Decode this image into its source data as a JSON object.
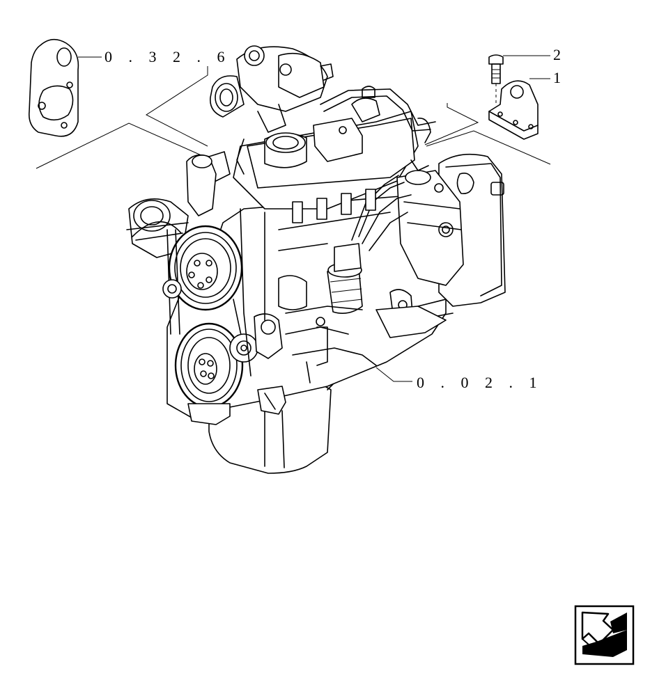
{
  "callouts": {
    "gasket_ref": "0 . 3 2 . 6",
    "engine_ref": "0 . 0 2 . 1",
    "item_bolt": "2",
    "item_bracket": "1"
  },
  "icons": {
    "nav_arrow": "next-page-arrow-icon"
  }
}
